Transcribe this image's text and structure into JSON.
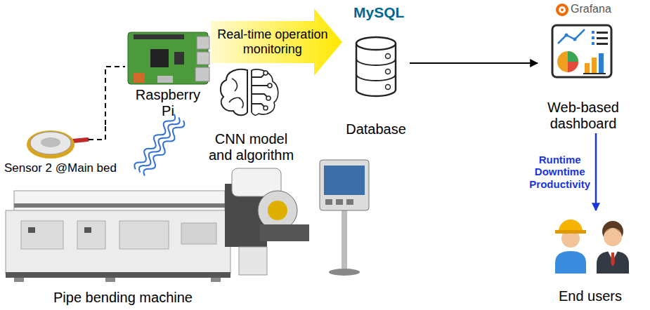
{
  "diagram": {
    "nodes": [
      {
        "text": [
          "Sensor 2 @Main bed"
        ]
      },
      {
        "text": [
          "Raspberry Pi"
        ]
      },
      {
        "text": [
          "CNN model and algorithm"
        ]
      },
      {
        "text": [
          "Database"
        ]
      },
      {
        "text": [
          "Web-based dashboard"
        ]
      },
      {
        "text": [
          "End users"
        ]
      },
      {
        "text": [
          "Pipe bending machine"
        ]
      }
    ],
    "edges": [
      {
        "from": 0,
        "to": 1,
        "arrow": "none"
      },
      {
        "from": 1,
        "to": 3,
        "label": "Real-time operation monitoring",
        "arrow": "to"
      },
      {
        "from": 3,
        "to": 4,
        "arrow": "to"
      },
      {
        "from": 4,
        "to": 5,
        "label": "Runtime Downtime Productivity",
        "arrow": "to"
      }
    ],
    "labels": [
      "MySQL",
      "Grafana"
    ]
  }
}
